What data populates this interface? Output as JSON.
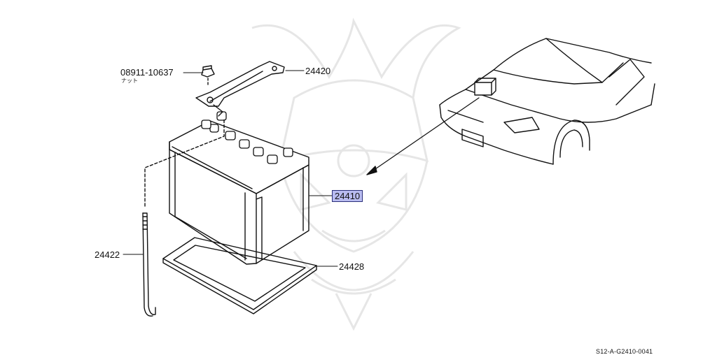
{
  "callouts": {
    "nut_part": "08911-10637",
    "nut_name": "ナット",
    "clamp": "24420",
    "battery": "24410",
    "rod": "24422",
    "tray": "24428"
  },
  "diagram_code": "S12-A-G2410-0041",
  "colors": {
    "line": "#111111",
    "highlight_fill": "#b9bcf0",
    "highlight_border": "#2a2f7a",
    "watermark": "#e6e6e6"
  },
  "icons": {
    "watermark": "samurai-helmet-watermark",
    "battery": "car-battery-icon",
    "car": "car-front-icon"
  }
}
